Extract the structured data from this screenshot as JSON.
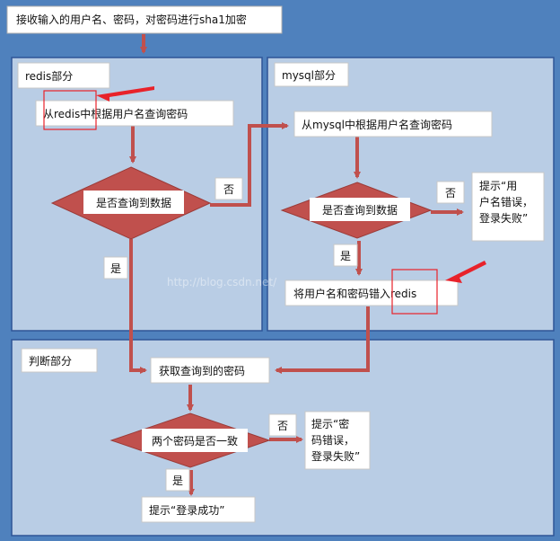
{
  "header": {
    "title": "接收输入的用户名、密码，对密码进行sha1加密"
  },
  "sections": {
    "redis": {
      "label": "redis部分"
    },
    "mysql": {
      "label": "mysql部分"
    },
    "judge": {
      "label": "判断部分"
    }
  },
  "nodes": {
    "redis_query": "从redis中根据用户名查询密码",
    "redis_decision": "是否查询到数据",
    "mysql_query": "从mysql中根据用户名查询密码",
    "mysql_decision": "是否查询到数据",
    "mysql_error_lines": [
      "提示“用",
      "户名错误，",
      "登录失败”"
    ],
    "write_redis": "将用户名和密码错入redis",
    "get_password": "获取查询到的密码",
    "compare_decision": "两个密码是否一致",
    "password_error_lines": [
      "提示“密",
      "码错误，",
      "登录失败”"
    ],
    "login_success": "提示“登录成功”"
  },
  "edge_labels": {
    "redis_no": "否",
    "redis_yes": "是",
    "mysql_no": "否",
    "mysql_yes": "是",
    "compare_no": "否",
    "compare_yes": "是"
  },
  "watermark": "http://blog.csdn.net/"
}
